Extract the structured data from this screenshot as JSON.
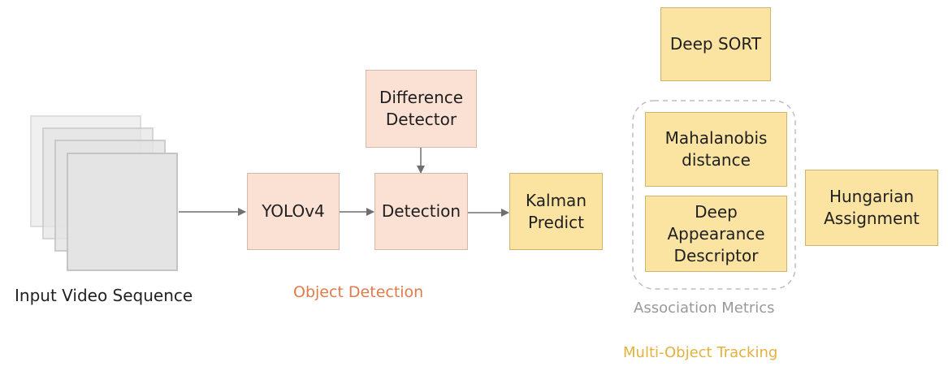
{
  "input": {
    "label": "Input Video Sequence"
  },
  "detection": {
    "yolo": "YOLOv4",
    "difference_detector": "Difference\nDetector",
    "detection": "Detection",
    "section_label": "Object Detection"
  },
  "tracking": {
    "kalman": "Kalman\nPredict",
    "deep_sort": "Deep SORT",
    "mahalanobis": "Mahalanobis\ndistance",
    "appearance": "Deep\nAppearance\nDescriptor",
    "hungarian": "Hungarian\nAssignment",
    "metrics_label": "Association Metrics",
    "section_label": "Multi-Object Tracking"
  },
  "colors": {
    "detection_fill": "#fbe0d4",
    "tracking_fill": "#fbe3a2",
    "detection_label": "#e07b4a",
    "tracking_label": "#e3b23c",
    "metrics_label": "#999999"
  }
}
